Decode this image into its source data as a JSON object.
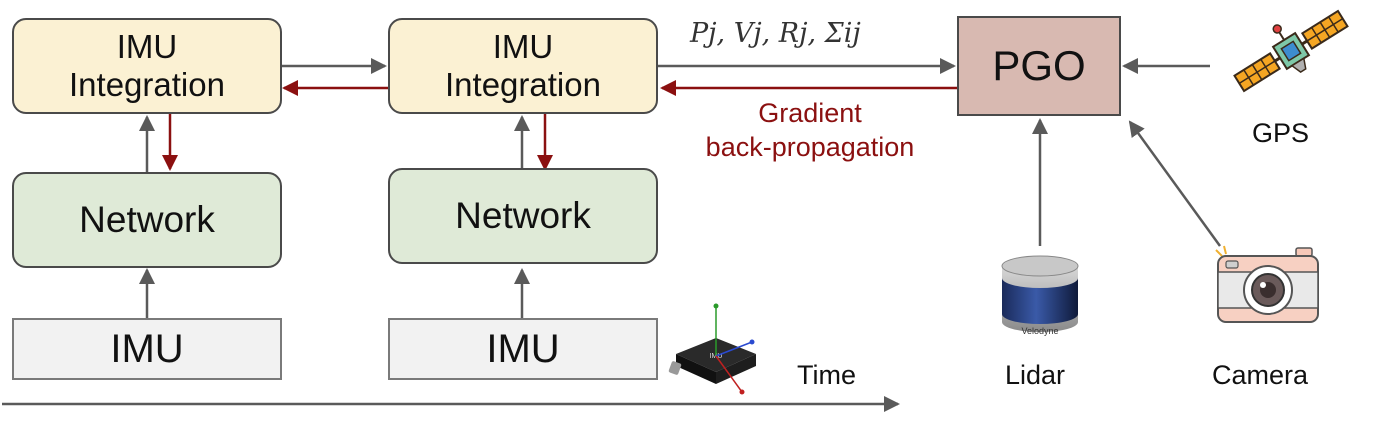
{
  "blocks": {
    "imu_integration_1": "IMU Integration",
    "imu_integration_2": "IMU Integration",
    "network_1": "Network",
    "network_2": "Network",
    "imu_1": "IMU",
    "imu_2": "IMU",
    "pgo": "PGO"
  },
  "labels": {
    "state_vars": "Pj, Vj, Rj, Σij",
    "gradient_line1": "Gradient",
    "gradient_line2": "back-propagation",
    "gps": "GPS",
    "lidar": "Lidar",
    "camera": "Camera",
    "time": "Time",
    "velodyne_text": "Velodyne",
    "imu_device_text": "IMU"
  },
  "colors": {
    "forward_arrow": "#5a5a5a",
    "gradient_arrow": "#8b1010",
    "imu_integration_fill": "#fbf1d3",
    "network_fill": "#dfead7",
    "imu_fill": "#f2f2f2",
    "pgo_fill": "#d8b9b1"
  },
  "icons": {
    "gps": "satellite-icon",
    "lidar": "lidar-sensor-icon",
    "camera": "camera-icon",
    "imu_device": "imu-device-icon"
  }
}
